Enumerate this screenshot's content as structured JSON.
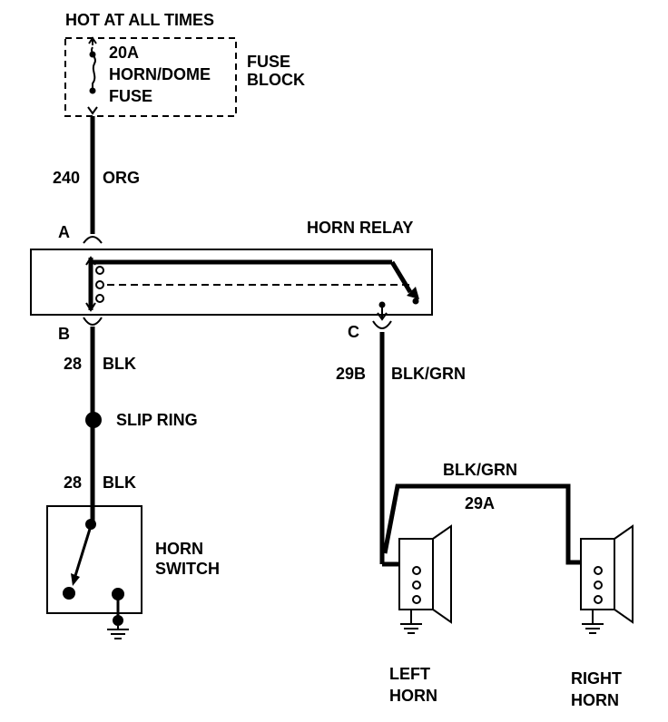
{
  "header": {
    "hot_label": "HOT AT ALL TIMES"
  },
  "fuse": {
    "rating": "20A",
    "name": "HORN/DOME",
    "type": "FUSE",
    "block_line1": "FUSE",
    "block_line2": "BLOCK"
  },
  "wire_240": {
    "number": "240",
    "color": "ORG"
  },
  "relay": {
    "title": "HORN RELAY",
    "terminal_a": "A",
    "terminal_b": "B",
    "terminal_c": "C"
  },
  "wire_28_upper": {
    "number": "28",
    "color": "BLK"
  },
  "slip_ring": {
    "label": "SLIP RING"
  },
  "wire_28_lower": {
    "number": "28",
    "color": "BLK"
  },
  "horn_switch": {
    "line1": "HORN",
    "line2": "SWITCH"
  },
  "wire_29b": {
    "number": "29B",
    "color": "BLK/GRN"
  },
  "wire_29a": {
    "number": "29A",
    "color": "BLK/GRN"
  },
  "left_horn": {
    "line1": "LEFT",
    "line2": "HORN"
  },
  "right_horn": {
    "line1": "RIGHT",
    "line2": "HORN"
  }
}
